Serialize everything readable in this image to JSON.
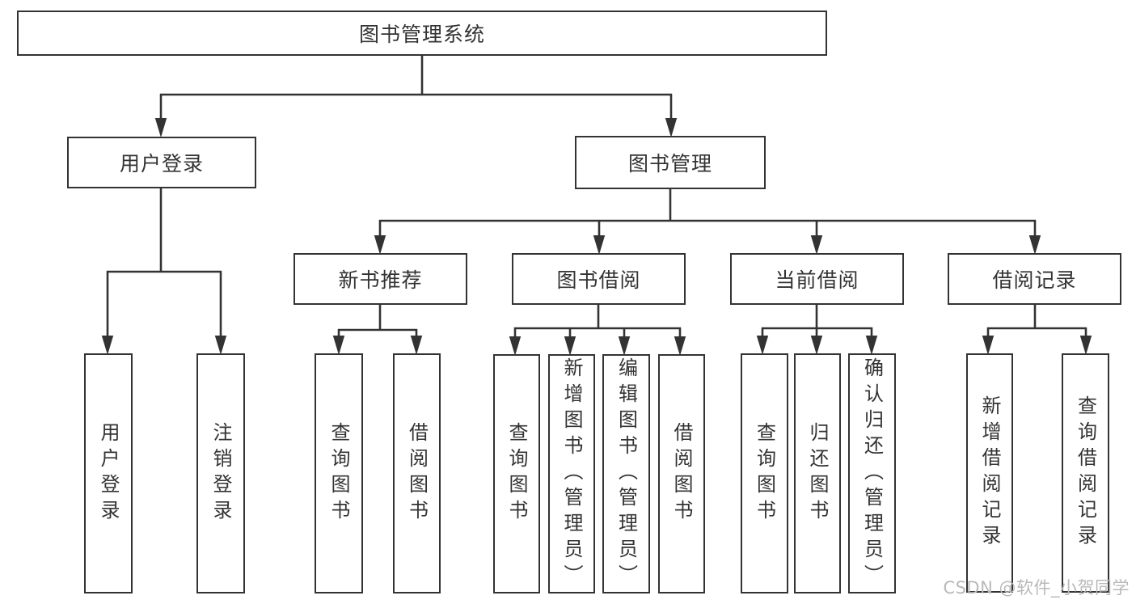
{
  "nodes": {
    "root": "图书管理系统",
    "user_login": "用户登录",
    "book_management": "图书管理",
    "new_book_recommend": "新书推荐",
    "book_borrow": "图书借阅",
    "current_borrow": "当前借阅",
    "borrow_records": "借阅记录",
    "login": "用户登录",
    "logout": "注销登录",
    "nb_query_book": "查询图书",
    "nb_borrow_book": "借阅图书",
    "bb_query_book": "查询图书",
    "bb_add_book": "新增图书（管理员）",
    "bb_edit_book": "编辑图书（管理员）",
    "bb_borrow_book": "借阅图书",
    "cb_query_book": "查询图书",
    "cb_return_book": "归还图书",
    "cb_confirm_return": "确认归还（管理员）",
    "br_add_record": "新增借阅记录",
    "br_query_record": "查询借阅记录"
  },
  "hierarchy": {
    "图书管理系统": {
      "用户登录": [
        "用户登录",
        "注销登录"
      ],
      "图书管理": {
        "新书推荐": [
          "查询图书",
          "借阅图书"
        ],
        "图书借阅": [
          "查询图书",
          "新增图书（管理员）",
          "编辑图书（管理员）",
          "借阅图书"
        ],
        "当前借阅": [
          "查询图书",
          "归还图书",
          "确认归还（管理员）"
        ],
        "借阅记录": [
          "新增借阅记录",
          "查询借阅记录"
        ]
      }
    }
  },
  "watermark": "CSDN @软件_小贺同学",
  "colors": {
    "line": "#333333",
    "text": "#333333",
    "watermark": "#b9b9b9",
    "background": "#ffffff"
  }
}
